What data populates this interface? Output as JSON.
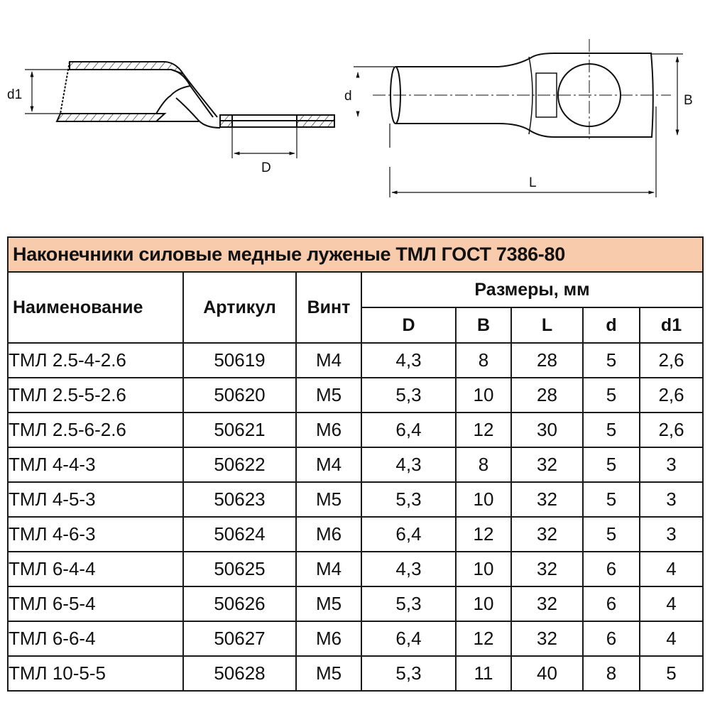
{
  "drawings": {
    "side_view": {
      "labels": {
        "d1": "d1",
        "D": "D"
      }
    },
    "top_view": {
      "labels": {
        "d": "d",
        "B": "B",
        "L": "L"
      }
    }
  },
  "table": {
    "title": "Наконечники силовые медные луженые ТМЛ ГОСТ 7386-80",
    "header_fill": "#f8cbad",
    "headers": {
      "name": "Наименование",
      "article": "Артикул",
      "screw": "Винт",
      "dimensions_group": "Размеры, мм",
      "dims": [
        "D",
        "B",
        "L",
        "d",
        "d1"
      ]
    },
    "rows": [
      {
        "name": "ТМЛ 2.5-4-2.6",
        "article": "50619",
        "screw": "М4",
        "D": "4,3",
        "B": "8",
        "L": "28",
        "d": "5",
        "d1": "2,6"
      },
      {
        "name": "ТМЛ 2.5-5-2.6",
        "article": "50620",
        "screw": "М5",
        "D": "5,3",
        "B": "10",
        "L": "28",
        "d": "5",
        "d1": "2,6"
      },
      {
        "name": "ТМЛ 2.5-6-2.6",
        "article": "50621",
        "screw": "М6",
        "D": "6,4",
        "B": "12",
        "L": "30",
        "d": "5",
        "d1": "2,6"
      },
      {
        "name": "ТМЛ 4-4-3",
        "article": "50622",
        "screw": "М4",
        "D": "4,3",
        "B": "8",
        "L": "32",
        "d": "5",
        "d1": "3"
      },
      {
        "name": "ТМЛ 4-5-3",
        "article": "50623",
        "screw": "М5",
        "D": "5,3",
        "B": "10",
        "L": "32",
        "d": "5",
        "d1": "3"
      },
      {
        "name": "ТМЛ 4-6-3",
        "article": "50624",
        "screw": "М6",
        "D": "6,4",
        "B": "12",
        "L": "32",
        "d": "5",
        "d1": "3"
      },
      {
        "name": "ТМЛ 6-4-4",
        "article": "50625",
        "screw": "М4",
        "D": "4,3",
        "B": "10",
        "L": "32",
        "d": "6",
        "d1": "4"
      },
      {
        "name": "ТМЛ 6-5-4",
        "article": "50626",
        "screw": "М5",
        "D": "5,3",
        "B": "10",
        "L": "32",
        "d": "6",
        "d1": "4"
      },
      {
        "name": "ТМЛ 6-6-4",
        "article": "50627",
        "screw": "М6",
        "D": "6,4",
        "B": "12",
        "L": "32",
        "d": "6",
        "d1": "4"
      },
      {
        "name": "ТМЛ 10-5-5",
        "article": "50628",
        "screw": "М5",
        "D": "5,3",
        "B": "11",
        "L": "40",
        "d": "8",
        "d1": "5"
      }
    ]
  }
}
